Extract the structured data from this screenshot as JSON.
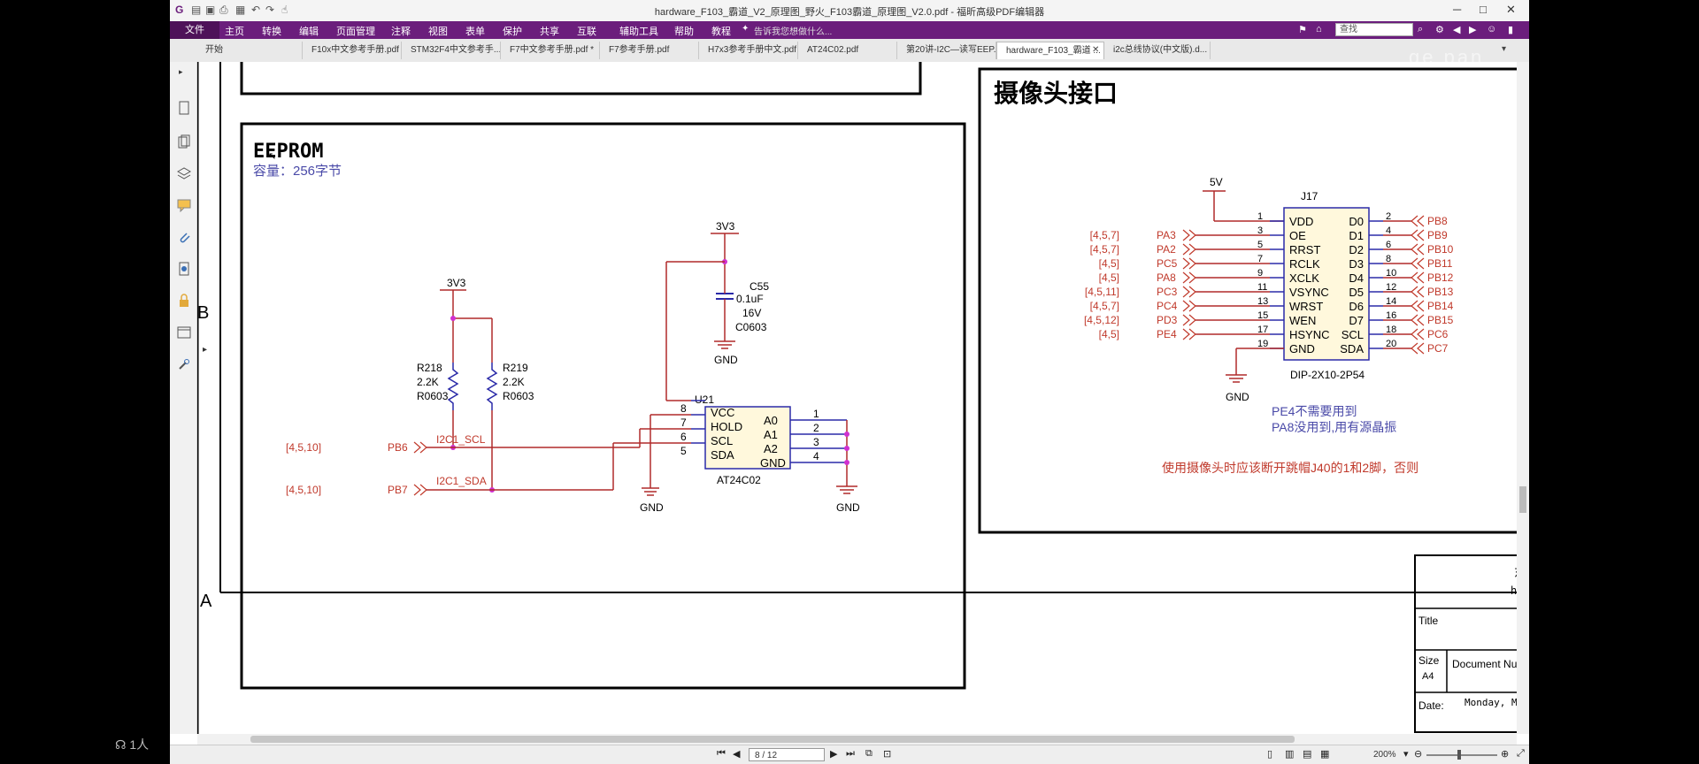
{
  "app": {
    "title": "hardware_F103_霸道_V2_原理图_野火_F103霸道_原理图_V2.0.pdf - 福昕高级PDF编辑器"
  },
  "menu": {
    "file": "文件",
    "items": [
      "主页",
      "转换",
      "编辑",
      "页面管理",
      "注释",
      "视图",
      "表单",
      "保护",
      "共享",
      "互联",
      "辅助工具",
      "帮助",
      "教程"
    ],
    "tell_me": "告诉我您想做什么...",
    "search_placeholder": "查找"
  },
  "tabs": [
    {
      "label": "开始"
    },
    {
      "label": "F10x中文参考手册.pdf"
    },
    {
      "label": "STM32F4中文参考手..."
    },
    {
      "label": "F7中文参考手册.pdf *"
    },
    {
      "label": "F7参考手册.pdf"
    },
    {
      "label": "H7x3参考手册中文.pdf"
    },
    {
      "label": "AT24C02.pdf"
    },
    {
      "label": "第20讲-I2C—读写EEP..."
    },
    {
      "label": "hardware_F103_霸道 ..."
    },
    {
      "label": "i2c总线协议(中文版).d..."
    }
  ],
  "schematic": {
    "grid_labels": {
      "b": "B",
      "a": "A"
    },
    "eeprom": {
      "title": "EEPROM",
      "capacity": "容量：256字节",
      "chip_ref": "U21",
      "chip_name": "AT24C02",
      "left_pins": [
        {
          "num": "8",
          "name": "VCC"
        },
        {
          "num": "7",
          "name": "HOLD"
        },
        {
          "num": "6",
          "name": "SCL"
        },
        {
          "num": "5",
          "name": "SDA"
        }
      ],
      "right_pins": [
        {
          "num": "1",
          "name": "A0"
        },
        {
          "num": "2",
          "name": "A1"
        },
        {
          "num": "3",
          "name": "A2"
        },
        {
          "num": "4",
          "name": "GND"
        }
      ],
      "r218": {
        "ref": "R218",
        "value": "2.2K",
        "pkg": "R0603"
      },
      "r219": {
        "ref": "R219",
        "value": "2.2K",
        "pkg": "R0603"
      },
      "c55": {
        "ref": "C55",
        "value": "0.1uF",
        "voltage": "16V",
        "pkg": "C0603"
      },
      "power_labels": {
        "pull_up": "3V3",
        "cap": "3V3"
      },
      "gnd": "GND",
      "nets": [
        {
          "ref": "[4,5,10]",
          "port": "PB6",
          "signal": "I2C1_SCL"
        },
        {
          "ref": "[4,5,10]",
          "port": "PB7",
          "signal": "I2C1_SDA"
        }
      ]
    },
    "camera": {
      "title": "摄像头接口",
      "connector_ref": "J17",
      "connector_pkg": "DIP-2X10-2P54",
      "power": "5V",
      "gnd": "GND",
      "left_pins": [
        {
          "num": "1",
          "name": "VDD",
          "port": "",
          "ref": ""
        },
        {
          "num": "3",
          "name": "OE",
          "port": "PA3",
          "ref": "[4,5,7]"
        },
        {
          "num": "5",
          "name": "RRST",
          "port": "PA2",
          "ref": "[4,5,7]"
        },
        {
          "num": "7",
          "name": "RCLK",
          "port": "PC5",
          "ref": "[4,5]"
        },
        {
          "num": "9",
          "name": "XCLK",
          "port": "PA8",
          "ref": "[4,5]"
        },
        {
          "num": "11",
          "name": "VSYNC",
          "port": "PC3",
          "ref": "[4,5,11]"
        },
        {
          "num": "13",
          "name": "WRST",
          "port": "PC4",
          "ref": "[4,5,7]"
        },
        {
          "num": "15",
          "name": "WEN",
          "port": "PD3",
          "ref": "[4,5,12]"
        },
        {
          "num": "17",
          "name": "HSYNC",
          "port": "PE4",
          "ref": "[4,5]"
        },
        {
          "num": "19",
          "name": "GND",
          "port": "",
          "ref": ""
        }
      ],
      "right_pins": [
        {
          "num": "2",
          "name": "D0",
          "port": "PB8"
        },
        {
          "num": "4",
          "name": "D1",
          "port": "PB9"
        },
        {
          "num": "6",
          "name": "D2",
          "port": "PB10"
        },
        {
          "num": "8",
          "name": "D3",
          "port": "PB11"
        },
        {
          "num": "10",
          "name": "D4",
          "port": "PB12"
        },
        {
          "num": "12",
          "name": "D5",
          "port": "PB13"
        },
        {
          "num": "14",
          "name": "D6",
          "port": "PB14"
        },
        {
          "num": "16",
          "name": "D7",
          "port": "PB15"
        },
        {
          "num": "18",
          "name": "SCL",
          "port": "PC6"
        },
        {
          "num": "20",
          "name": "SDA",
          "port": "PC7"
        }
      ],
      "note1": "PE4不需要用到",
      "note2": "PA8没用到,用有源晶振",
      "note3": "使用摄像头时应该断开跳帽J40的1和2脚，否则"
    },
    "title_block": {
      "company": "东",
      "url": "htt",
      "title_label": "Title",
      "size_label": "Size",
      "size_value": "A4",
      "docnum_label": "Document Num",
      "date_label": "Date:",
      "date_value": "Monday, Marc"
    }
  },
  "status": {
    "page_indicator": "8 / 12",
    "zoom": "200%"
  },
  "overlay": {
    "viewers": "1人",
    "watermark": "ge pan"
  }
}
